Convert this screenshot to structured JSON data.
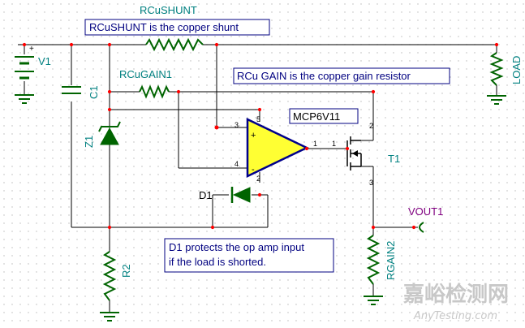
{
  "components": {
    "r_shunt": "RCuSHUNT",
    "r_gain1": "RCuGAIN1",
    "v1": "V1",
    "c1": "C1",
    "z1": "Z1",
    "d1": "D1",
    "r2": "R2",
    "load": "LOAD",
    "opamp": "MCP6V11",
    "t1": "T1",
    "vout": "VOUT1",
    "r_gain2": "RGAIN2"
  },
  "notes": {
    "shunt": "RCuSHUNT is the copper shunt",
    "gain": "RCu GAIN is the copper gain resistor",
    "d1_line1": "D1 protects the op amp input",
    "d1_line2": "if the load is shorted."
  },
  "pins": {
    "op_in_plus": "3",
    "op_in_minus": "4",
    "op_vdd": "5",
    "op_vss": "2",
    "op_out": "1",
    "t1_gate": "1",
    "t1_drain": "2",
    "t1_source": "3"
  },
  "signs": {
    "batt_plus": "+",
    "op_plus": "+",
    "op_minus": "-"
  },
  "watermark": {
    "cn": "嘉峪检测网",
    "en": "AnyTesting.com"
  },
  "colors": {
    "wire": "#000000",
    "component": "#006400",
    "label": "#008080",
    "note": "#000080",
    "opamp_fill": "#ffff33",
    "opamp_stroke": "#00008b",
    "node": "#ff0000",
    "vout": "#800080"
  }
}
